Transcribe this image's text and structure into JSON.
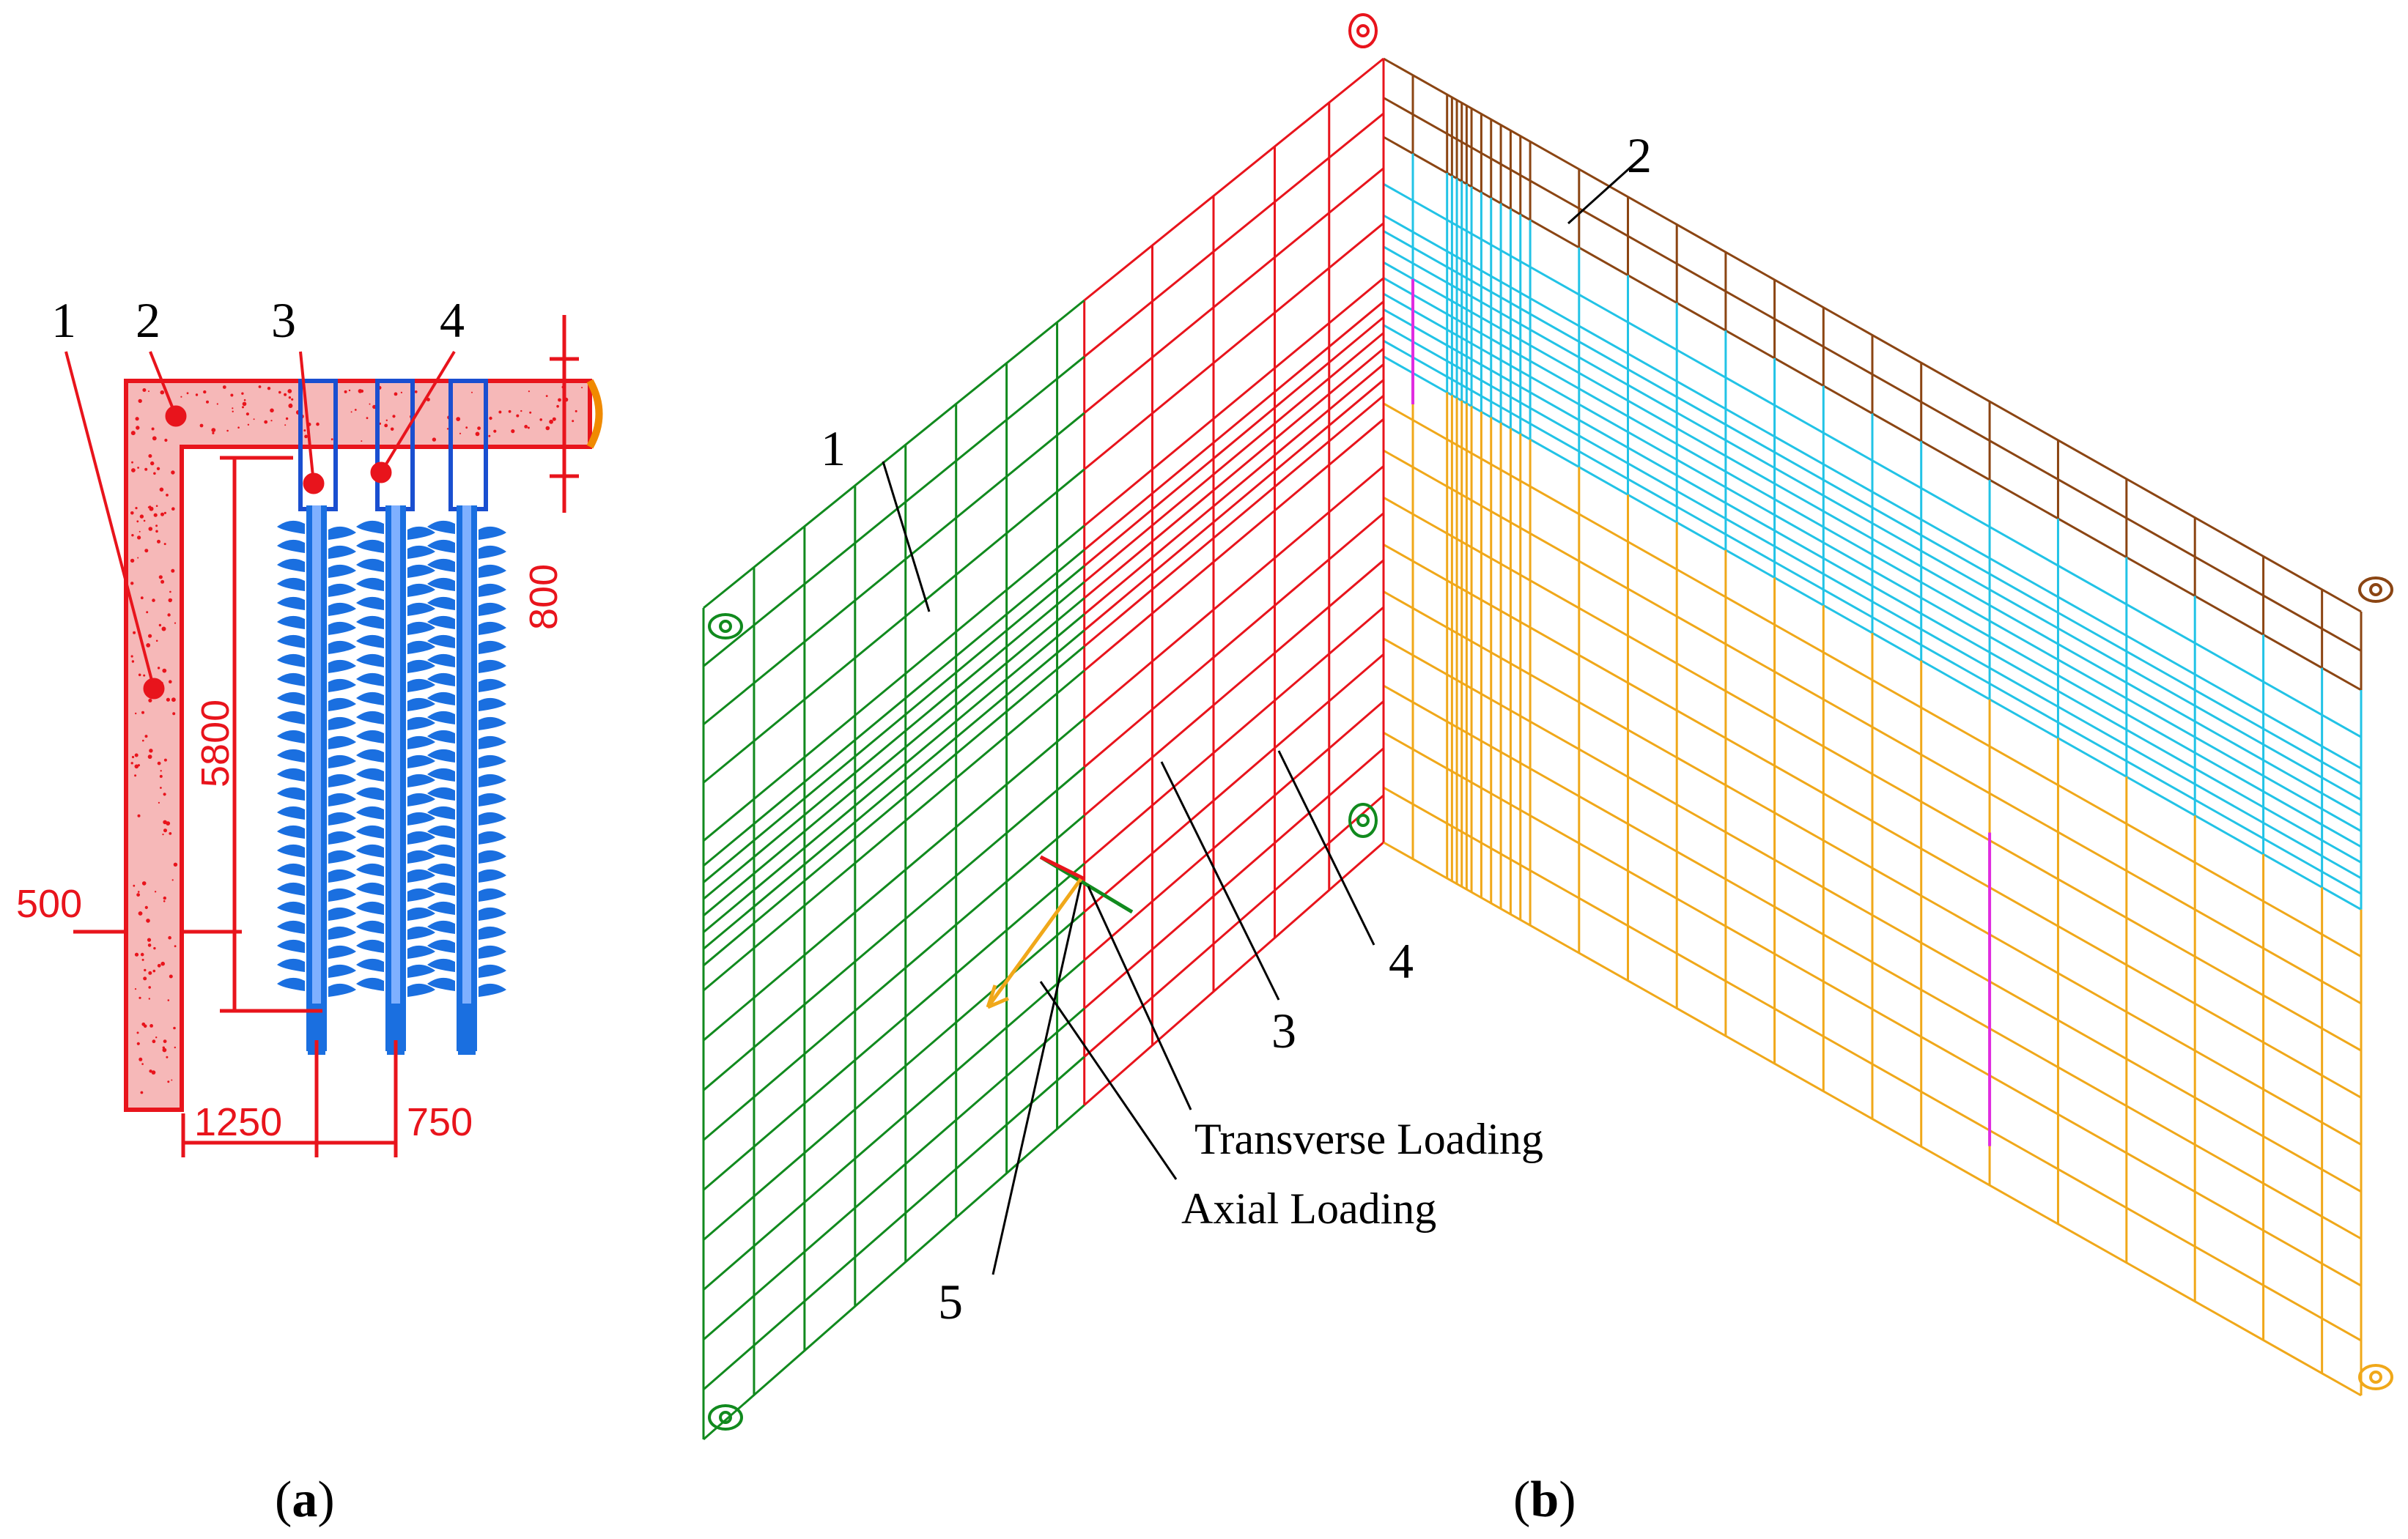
{
  "panel_a": {
    "callouts": [
      "1",
      "2",
      "3",
      "4"
    ],
    "dimensions": {
      "d500": "500",
      "d5800": "5800",
      "d800": "800",
      "d1250": "1250",
      "d750": "750"
    },
    "caption": {
      "open": "(",
      "letter": "a",
      "close": ")"
    }
  },
  "panel_b": {
    "callouts": [
      "1",
      "2",
      "3",
      "4",
      "5"
    ],
    "transverse_label": "Transverse Loading",
    "axial_label": "Axial Loading",
    "caption": {
      "open": "(",
      "letter": "b",
      "close": ")"
    }
  },
  "colors": {
    "dimension_red": "#e8141c",
    "wall_fill": "#f6b8b8",
    "pile_blue": "#1a6fe0",
    "pile_light": "#7fb0ff",
    "mesh_green": "#118a1e",
    "mesh_red": "#e8141c",
    "mesh_brown": "#8b4513",
    "mesh_cyan": "#22c3e6",
    "mesh_orange": "#f0a81a",
    "mesh_magenta": "#e02ce0"
  }
}
